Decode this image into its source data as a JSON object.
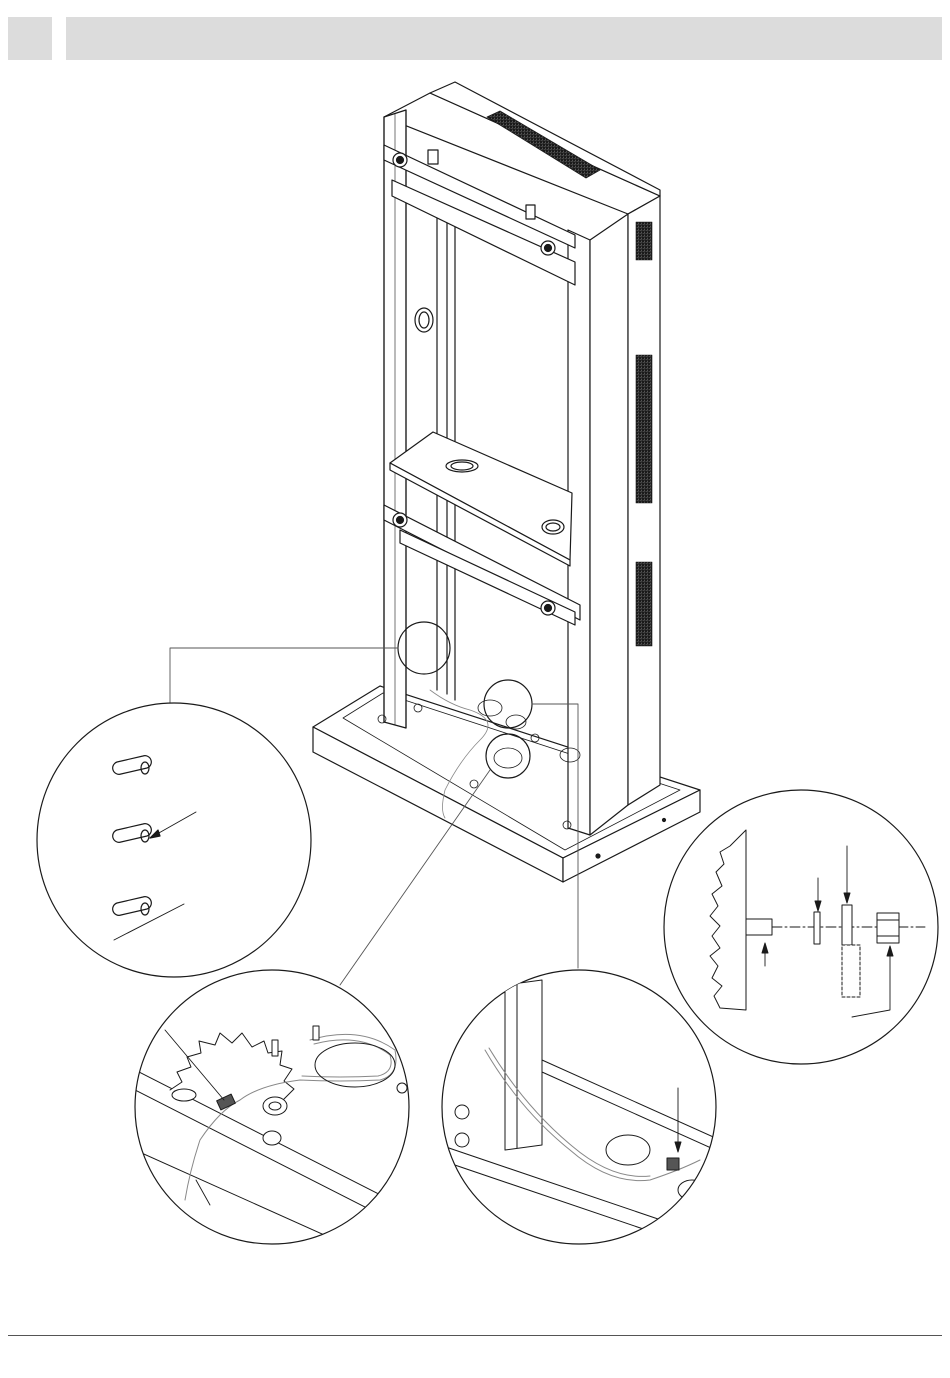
{
  "header": {
    "left_box_label": "",
    "title": ""
  },
  "figure": {
    "detail_circles": [
      "tube-detail",
      "tube-clamp-detail-left",
      "tube-clamp-detail-right",
      "bolt-assembly-detail"
    ]
  },
  "colors": {
    "header_fill": "#dcdcdc",
    "line": "#1a1a1a",
    "footer_rule": "#555555"
  }
}
